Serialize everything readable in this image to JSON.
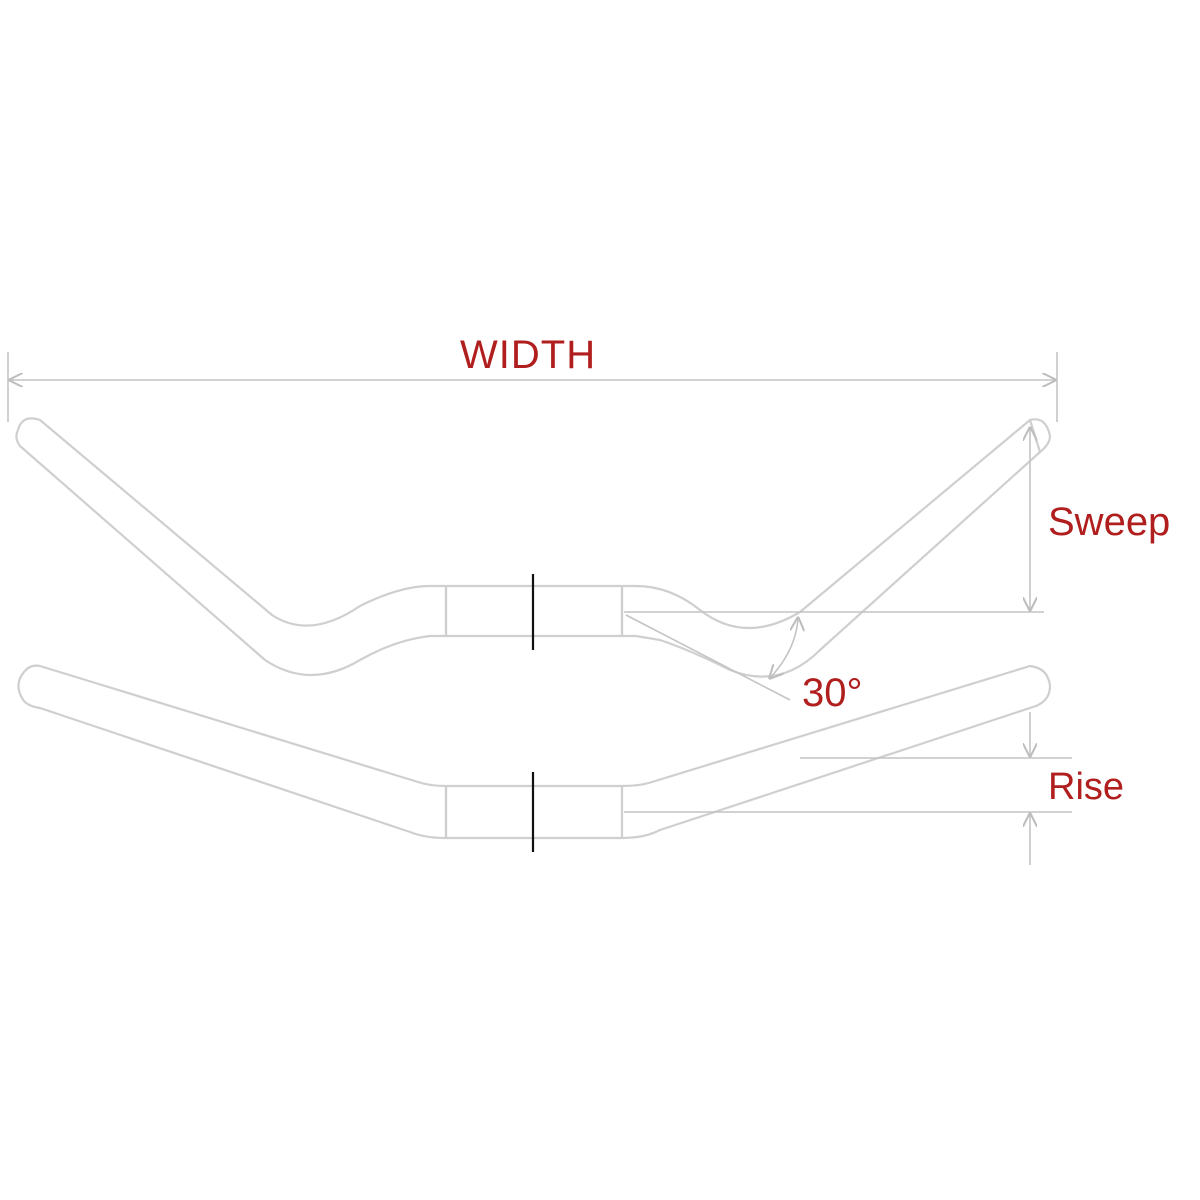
{
  "labels": {
    "width": "WIDTH",
    "sweep": "Sweep",
    "angle": "30°",
    "rise": "Rise"
  },
  "colors": {
    "label_text": "#b01e1e",
    "outline": "#cfcfcf",
    "dimension_lines": "#c4c4c4",
    "center_mark": "#111111"
  }
}
